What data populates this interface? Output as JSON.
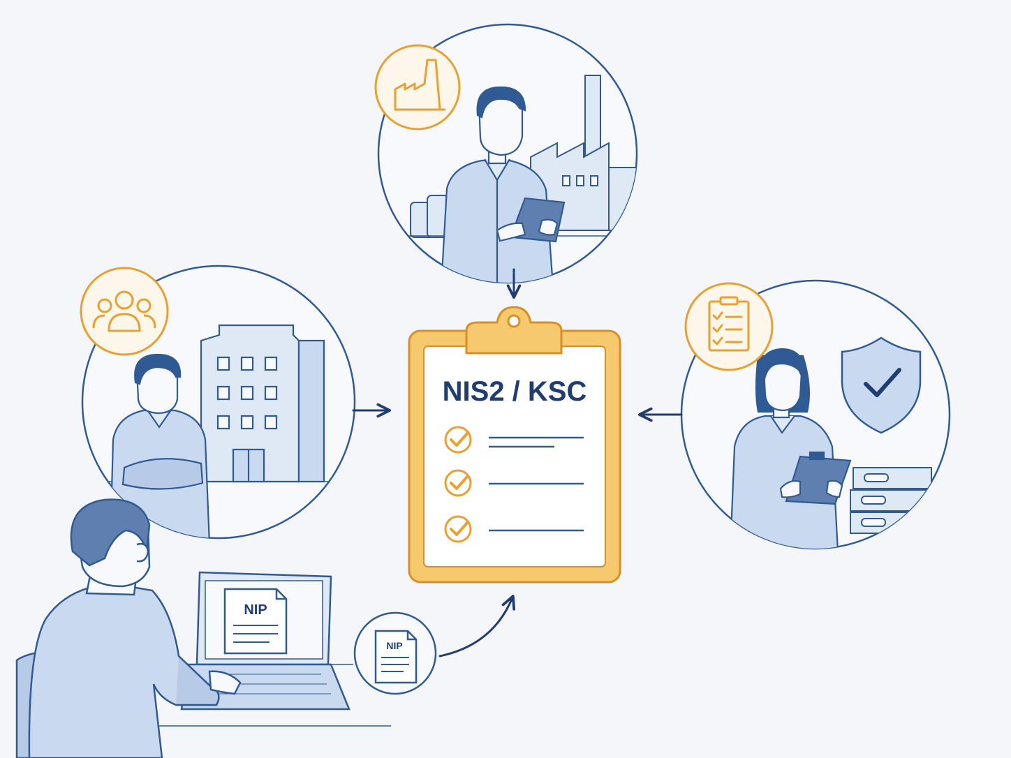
{
  "clipboard": {
    "title": "NIS2 / KSC",
    "checklist_items": 3
  },
  "documents": {
    "screen_doc_label": "NIP",
    "badge_doc_label": "NIP"
  },
  "scenes": [
    {
      "id": "factory",
      "badge_icon": "factory-icon",
      "flow": "down-to-clipboard"
    },
    {
      "id": "office",
      "badge_icon": "people-icon",
      "flow": "right-to-clipboard"
    },
    {
      "id": "compliance",
      "badge_icon": "checklist-icon",
      "flow": "left-to-clipboard"
    },
    {
      "id": "user-laptop",
      "badge_icon": "document-icon",
      "flow": "curve-to-clipboard"
    }
  ],
  "colors": {
    "navy": "#1f3d73",
    "line_blue": "#2f5a94",
    "fill_blue": "#c9d9ef",
    "light_blue": "#dfe8f5",
    "orange": "#e9a030",
    "orange_fill": "#f6c96e",
    "background": "#f4f6f9"
  }
}
